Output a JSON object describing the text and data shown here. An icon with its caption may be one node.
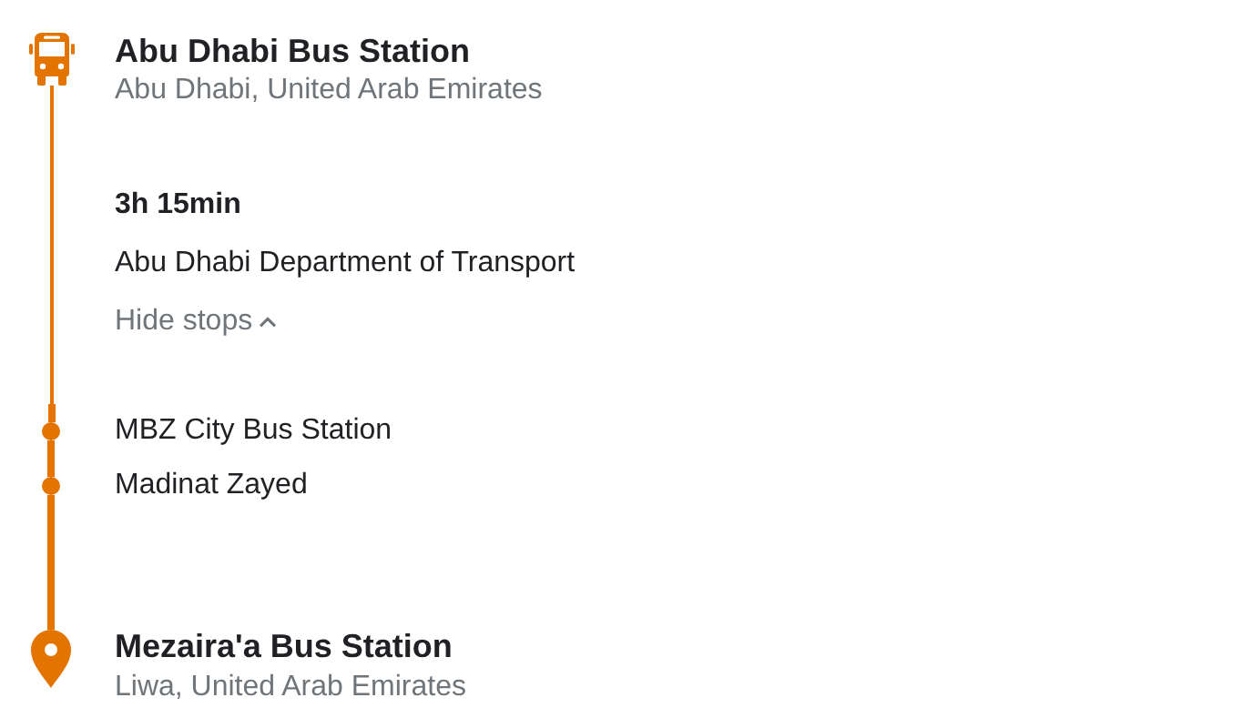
{
  "diagram": {
    "nodes": [
      {
        "text": [],
        "shape": "picture",
        "beside": [
          "Abu Dhabi Bus Station",
          "Abu Dhabi, United Arab Emirates"
        ]
      },
      {
        "text": [],
        "shape": "circle",
        "beside": [
          "MBZ City Bus Station"
        ]
      },
      {
        "text": [],
        "shape": "circle",
        "beside": [
          "Madinat Zayed"
        ]
      },
      {
        "text": [],
        "shape": "picture",
        "beside": [
          "Mezaira'a Bus Station",
          "Liwa, United Arab Emirates"
        ]
      }
    ],
    "edges": [
      {
        "from": 0,
        "to": 1,
        "arrow": "none"
      },
      {
        "from": 1,
        "to": 2,
        "arrow": "none"
      },
      {
        "from": 2,
        "to": 3,
        "arrow": "none"
      }
    ],
    "labels": [
      "3h 15min",
      "Abu Dhabi Department of Transport",
      "Hide stops"
    ]
  }
}
